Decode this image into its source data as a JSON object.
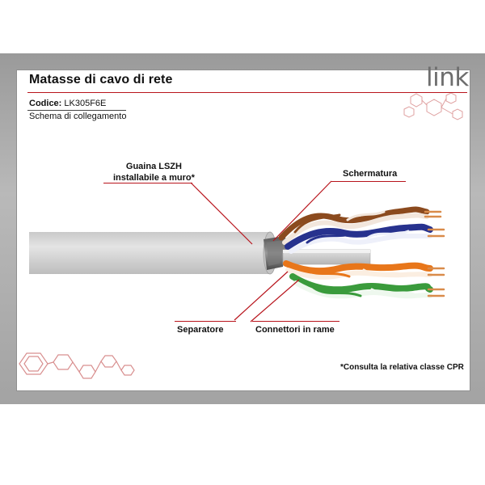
{
  "header": {
    "title": "Matasse di cavo di rete",
    "logo_text": "link"
  },
  "product": {
    "code_label": "Codice:",
    "code_value": "LK305F6E",
    "subtitle": "Schema di collegamento"
  },
  "callouts": {
    "sheath_line1": "Guaina LSZH",
    "sheath_line2": "installabile a muro*",
    "shield": "Schermatura",
    "separator": "Separatore",
    "conductors": "Connettori in rame"
  },
  "footnote": "*Consulta la relativa classe CPR",
  "colors": {
    "accent": "#b8141c",
    "sheath": "#d6d6d6",
    "pair_brown": "#8b4a1e",
    "pair_blue": "#27328e",
    "pair_orange": "#e8761a",
    "pair_green": "#3a9b3c",
    "copper": "#d98b4a"
  }
}
